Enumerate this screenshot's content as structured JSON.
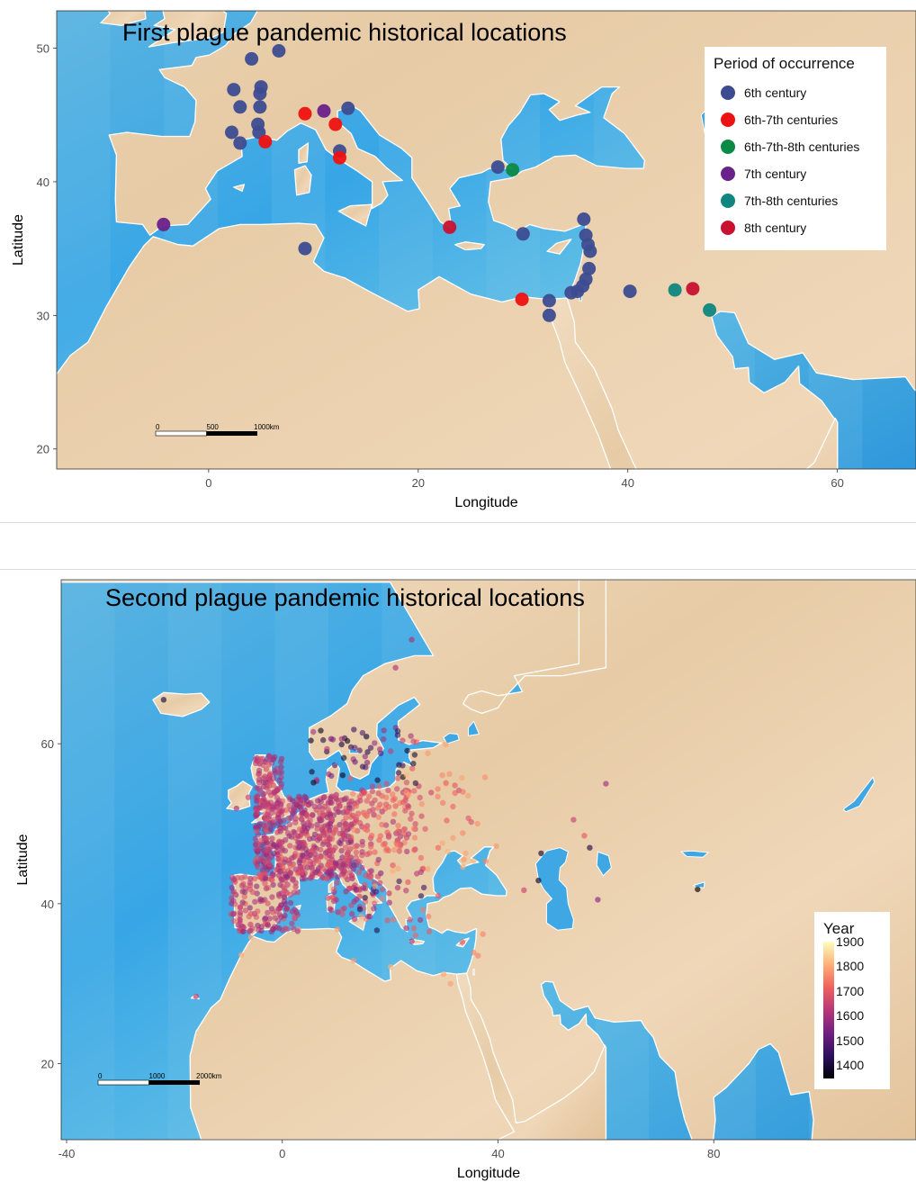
{
  "maps": [
    {
      "title": "First plague pandemic historical locations",
      "xlabel": "Longitude",
      "ylabel": "Latitude",
      "xlim": [
        -14.5,
        67.5
      ],
      "ylim": [
        18.5,
        52.8
      ],
      "xticks": [
        0,
        20,
        40,
        60
      ],
      "yticks": [
        20,
        30,
        40,
        50
      ],
      "scalebar": {
        "labels": [
          "0",
          "500",
          "1000km"
        ]
      },
      "legend": {
        "title": "Period of occurrence",
        "position": "top-right",
        "items": [
          {
            "label": "6th century",
            "color": "#3d4c91"
          },
          {
            "label": "6th-7th centuries",
            "color": "#ee1111"
          },
          {
            "label": "6th-7th-8th centuries",
            "color": "#0c8a45"
          },
          {
            "label": "7th century",
            "color": "#6a2189"
          },
          {
            "label": "7th-8th centuries",
            "color": "#0e8780"
          },
          {
            "label": "8th century",
            "color": "#c81230"
          }
        ]
      },
      "points": [
        {
          "lon": 4.1,
          "lat": 49.2,
          "g": 0
        },
        {
          "lon": 6.7,
          "lat": 49.8,
          "g": 0
        },
        {
          "lon": 2.4,
          "lat": 46.9,
          "g": 0
        },
        {
          "lon": 5.0,
          "lat": 47.1,
          "g": 0
        },
        {
          "lon": 4.9,
          "lat": 46.6,
          "g": 0
        },
        {
          "lon": 3.0,
          "lat": 45.6,
          "g": 0
        },
        {
          "lon": 4.9,
          "lat": 45.6,
          "g": 0
        },
        {
          "lon": 4.7,
          "lat": 44.3,
          "g": 0
        },
        {
          "lon": 2.2,
          "lat": 43.7,
          "g": 0
        },
        {
          "lon": 4.8,
          "lat": 43.7,
          "g": 0
        },
        {
          "lon": 3.0,
          "lat": 42.9,
          "g": 0
        },
        {
          "lon": 13.3,
          "lat": 45.5,
          "g": 0
        },
        {
          "lon": 12.5,
          "lat": 42.3,
          "g": 0
        },
        {
          "lon": 9.2,
          "lat": 35.0,
          "g": 0
        },
        {
          "lon": 27.6,
          "lat": 41.1,
          "g": 0
        },
        {
          "lon": 30.0,
          "lat": 36.1,
          "g": 0
        },
        {
          "lon": 35.8,
          "lat": 37.2,
          "g": 0
        },
        {
          "lon": 36.0,
          "lat": 36.0,
          "g": 0
        },
        {
          "lon": 36.2,
          "lat": 35.3,
          "g": 0
        },
        {
          "lon": 36.4,
          "lat": 34.8,
          "g": 0
        },
        {
          "lon": 36.3,
          "lat": 33.5,
          "g": 0
        },
        {
          "lon": 36.0,
          "lat": 32.7,
          "g": 0
        },
        {
          "lon": 35.7,
          "lat": 32.2,
          "g": 0
        },
        {
          "lon": 35.2,
          "lat": 31.8,
          "g": 0
        },
        {
          "lon": 34.6,
          "lat": 31.7,
          "g": 0
        },
        {
          "lon": 32.5,
          "lat": 31.1,
          "g": 0
        },
        {
          "lon": 32.5,
          "lat": 30.0,
          "g": 0
        },
        {
          "lon": 40.2,
          "lat": 31.8,
          "g": 0
        },
        {
          "lon": 5.4,
          "lat": 43.0,
          "g": 1
        },
        {
          "lon": 9.2,
          "lat": 45.1,
          "g": 1
        },
        {
          "lon": 12.1,
          "lat": 44.3,
          "g": 1
        },
        {
          "lon": 12.5,
          "lat": 41.8,
          "g": 1
        },
        {
          "lon": 29.9,
          "lat": 31.2,
          "g": 1
        },
        {
          "lon": 29.0,
          "lat": 40.9,
          "g": 2
        },
        {
          "lon": -4.3,
          "lat": 36.8,
          "g": 3
        },
        {
          "lon": 11.0,
          "lat": 45.3,
          "g": 3
        },
        {
          "lon": 44.5,
          "lat": 31.9,
          "g": 4
        },
        {
          "lon": 47.8,
          "lat": 30.4,
          "g": 4
        },
        {
          "lon": 23.0,
          "lat": 36.6,
          "g": 5
        },
        {
          "lon": 46.2,
          "lat": 32.0,
          "g": 5
        }
      ]
    },
    {
      "title": "Second plague pandemic historical locations",
      "xlabel": "Longitude",
      "ylabel": "Latitude",
      "xlim": [
        -41,
        117.5
      ],
      "ylim": [
        10.5,
        80.5
      ],
      "xticks": [
        -40,
        0,
        40,
        80
      ],
      "yticks": [
        20,
        40,
        60
      ],
      "scalebar": {
        "labels": [
          "0",
          "1000",
          "2000km"
        ]
      },
      "colorbar": {
        "title": "Year",
        "position": "bottom-right",
        "range": [
          1347,
          1900
        ],
        "ticks": [
          1400,
          1500,
          1600,
          1700,
          1800,
          1900
        ],
        "colors": [
          "#000004",
          "#2c115f",
          "#721f81",
          "#b73779",
          "#f1605d",
          "#feb078",
          "#fcfdbf"
        ]
      },
      "points": [
        {
          "lon": -22,
          "lat": 65.5,
          "y": 1402
        },
        {
          "lon": -16,
          "lat": 28.4,
          "y": 1640
        },
        {
          "lon": 24,
          "lat": 73,
          "y": 1600
        },
        {
          "lon": 21,
          "lat": 69.5,
          "y": 1610
        },
        {
          "lon": 15.6,
          "lat": 60.9,
          "y": 1400
        },
        {
          "lon": 11.0,
          "lat": 59.9,
          "y": 1420
        },
        {
          "lon": 5.3,
          "lat": 60.4,
          "y": 1380
        },
        {
          "lon": 18.1,
          "lat": 59.3,
          "y": 1600
        },
        {
          "lon": 22.3,
          "lat": 60.4,
          "y": 1650
        },
        {
          "lon": 24.9,
          "lat": 60.2,
          "y": 1710
        },
        {
          "lon": 27.0,
          "lat": 58.8,
          "y": 1780
        },
        {
          "lon": 30.3,
          "lat": 59.9,
          "y": 1790
        },
        {
          "lon": 24.1,
          "lat": 56.9,
          "y": 1710
        },
        {
          "lon": 25.3,
          "lat": 54.7,
          "y": 1650
        },
        {
          "lon": 27.6,
          "lat": 53.9,
          "y": 1660
        },
        {
          "lon": 32.0,
          "lat": 54.8,
          "y": 1700
        },
        {
          "lon": 37.6,
          "lat": 55.8,
          "y": 1771
        },
        {
          "lon": 30.5,
          "lat": 50.4,
          "y": 1710
        },
        {
          "lon": 36.2,
          "lat": 50.0,
          "y": 1770
        },
        {
          "lon": 39.7,
          "lat": 47.2,
          "y": 1780
        },
        {
          "lon": 33.5,
          "lat": 44.6,
          "y": 1800
        },
        {
          "lon": 30.7,
          "lat": 46.5,
          "y": 1812
        },
        {
          "lon": 28.9,
          "lat": 47.0,
          "y": 1720
        },
        {
          "lon": 26.1,
          "lat": 44.4,
          "y": 1740
        },
        {
          "lon": 23.3,
          "lat": 42.7,
          "y": 1700
        },
        {
          "lon": 21.4,
          "lat": 42.0,
          "y": 1620
        },
        {
          "lon": 20.5,
          "lat": 44.8,
          "y": 1700
        },
        {
          "lon": 19.0,
          "lat": 47.5,
          "y": 1690
        },
        {
          "lon": 21.0,
          "lat": 52.2,
          "y": 1710
        },
        {
          "lon": 17.0,
          "lat": 51.1,
          "y": 1630
        },
        {
          "lon": 14.4,
          "lat": 50.1,
          "y": 1680
        },
        {
          "lon": 16.4,
          "lat": 48.2,
          "y": 1679
        },
        {
          "lon": 13.4,
          "lat": 52.5,
          "y": 1630
        },
        {
          "lon": 10.0,
          "lat": 53.6,
          "y": 1620
        },
        {
          "lon": 12.6,
          "lat": 55.7,
          "y": 1711
        },
        {
          "lon": 8.6,
          "lat": 56.2,
          "y": 1600
        },
        {
          "lon": 4.9,
          "lat": 52.4,
          "y": 1660
        },
        {
          "lon": 4.4,
          "lat": 51.2,
          "y": 1600
        },
        {
          "lon": 2.3,
          "lat": 48.9,
          "y": 1630
        },
        {
          "lon": -0.1,
          "lat": 51.5,
          "y": 1665
        },
        {
          "lon": -1.5,
          "lat": 53.8,
          "y": 1640
        },
        {
          "lon": -3.2,
          "lat": 55.9,
          "y": 1645
        },
        {
          "lon": -6.3,
          "lat": 53.3,
          "y": 1650
        },
        {
          "lon": -8.5,
          "lat": 51.9,
          "y": 1600
        },
        {
          "lon": -4.2,
          "lat": 57.5,
          "y": 1600
        },
        {
          "lon": -1.6,
          "lat": 47.2,
          "y": 1600
        },
        {
          "lon": -0.6,
          "lat": 44.8,
          "y": 1630
        },
        {
          "lon": 1.4,
          "lat": 43.6,
          "y": 1630
        },
        {
          "lon": 5.4,
          "lat": 43.3,
          "y": 1720
        },
        {
          "lon": 4.8,
          "lat": 45.8,
          "y": 1630
        },
        {
          "lon": 7.7,
          "lat": 48.6,
          "y": 1630
        },
        {
          "lon": 6.1,
          "lat": 46.2,
          "y": 1620
        },
        {
          "lon": 8.5,
          "lat": 47.4,
          "y": 1610
        },
        {
          "lon": 11.6,
          "lat": 48.1,
          "y": 1630
        },
        {
          "lon": 9.2,
          "lat": 45.5,
          "y": 1630
        },
        {
          "lon": 11.3,
          "lat": 43.8,
          "y": 1630
        },
        {
          "lon": 12.3,
          "lat": 45.4,
          "y": 1630
        },
        {
          "lon": 12.5,
          "lat": 41.9,
          "y": 1656
        },
        {
          "lon": 14.3,
          "lat": 40.9,
          "y": 1656
        },
        {
          "lon": 16.9,
          "lat": 41.1,
          "y": 1690
        },
        {
          "lon": 15.6,
          "lat": 38.1,
          "y": 1743
        },
        {
          "lon": 13.4,
          "lat": 38.1,
          "y": 1624
        },
        {
          "lon": 9.1,
          "lat": 39.2,
          "y": 1650
        },
        {
          "lon": 8.9,
          "lat": 44.4,
          "y": 1656
        },
        {
          "lon": -3.7,
          "lat": 40.4,
          "y": 1600
        },
        {
          "lon": -0.4,
          "lat": 39.5,
          "y": 1650
        },
        {
          "lon": 2.2,
          "lat": 41.4,
          "y": 1650
        },
        {
          "lon": -5.9,
          "lat": 37.4,
          "y": 1649
        },
        {
          "lon": -9.1,
          "lat": 38.7,
          "y": 1570
        },
        {
          "lon": -8.6,
          "lat": 41.1,
          "y": 1600
        },
        {
          "lon": -4.4,
          "lat": 36.7,
          "y": 1640
        },
        {
          "lon": -5.8,
          "lat": 35.8,
          "y": 1800
        },
        {
          "lon": -7.6,
          "lat": 33.6,
          "y": 1800
        },
        {
          "lon": 3.0,
          "lat": 36.8,
          "y": 1780
        },
        {
          "lon": 10.2,
          "lat": 36.8,
          "y": 1780
        },
        {
          "lon": 13.2,
          "lat": 32.9,
          "y": 1785
        },
        {
          "lon": 20.1,
          "lat": 32.1,
          "y": 1810
        },
        {
          "lon": 29.9,
          "lat": 31.2,
          "y": 1800
        },
        {
          "lon": 31.2,
          "lat": 30.0,
          "y": 1790
        },
        {
          "lon": 35.5,
          "lat": 33.9,
          "y": 1760
        },
        {
          "lon": 36.3,
          "lat": 33.5,
          "y": 1760
        },
        {
          "lon": 37.2,
          "lat": 36.2,
          "y": 1760
        },
        {
          "lon": 28.9,
          "lat": 41.0,
          "y": 1700
        },
        {
          "lon": 27.1,
          "lat": 38.4,
          "y": 1750
        },
        {
          "lon": 23.7,
          "lat": 38.0,
          "y": 1680
        },
        {
          "lon": 24.0,
          "lat": 35.3,
          "y": 1600
        },
        {
          "lon": 33.4,
          "lat": 35.2,
          "y": 1690
        },
        {
          "lon": 44.8,
          "lat": 41.7,
          "y": 1650
        },
        {
          "lon": 47.5,
          "lat": 42.9,
          "y": 1380
        },
        {
          "lon": 48.0,
          "lat": 46.3,
          "y": 1400
        },
        {
          "lon": 56.0,
          "lat": 48.5,
          "y": 1700
        },
        {
          "lon": 57.0,
          "lat": 47.0,
          "y": 1420
        },
        {
          "lon": 58.5,
          "lat": 40.5,
          "y": 1560
        },
        {
          "lon": 77.0,
          "lat": 41.8,
          "y": 1347
        },
        {
          "lon": 60.0,
          "lat": 55.0,
          "y": 1600
        },
        {
          "lon": 54.0,
          "lat": 50.5,
          "y": 1650
        },
        {
          "lon": 14.0,
          "lat": 45.3,
          "y": 1640
        },
        {
          "lon": 16.4,
          "lat": 43.5,
          "y": 1640
        },
        {
          "lon": 18.1,
          "lat": 42.6,
          "y": 1650
        },
        {
          "lon": 19.8,
          "lat": 41.3,
          "y": 1640
        }
      ]
    }
  ]
}
